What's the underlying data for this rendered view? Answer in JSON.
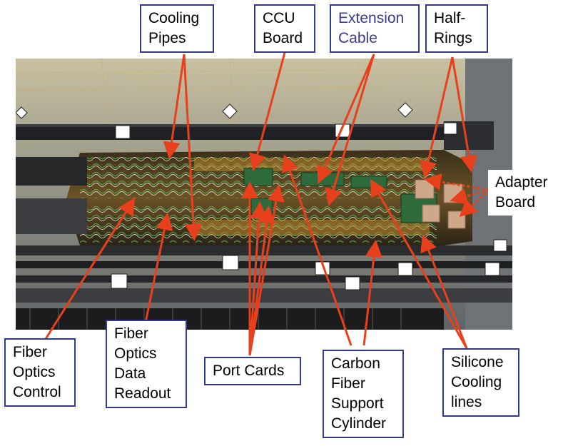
{
  "labels": {
    "cooling_pipes": "Cooling\nPipes",
    "ccu_board": "CCU\nBoard",
    "extension_cable": "Extension\nCable",
    "half_rings": "Half-\nRings",
    "adapter_board": "Adapter\nBoard",
    "fiber_optics_control": "Fiber\nOptics\nControl",
    "fiber_optics_data_readout": "Fiber\nOptics\nData\nReadout",
    "port_cards": "Port Cards",
    "carbon_fiber_support_cylinder": "Carbon\nFiber\nSupport\nCylinder",
    "silicone_cooling_lines": "Silicone\nCooling\nlines"
  },
  "colors": {
    "arrow": "#e8401c",
    "label_border": "#2f3b8f",
    "extension_text": "#3c3a8e"
  }
}
